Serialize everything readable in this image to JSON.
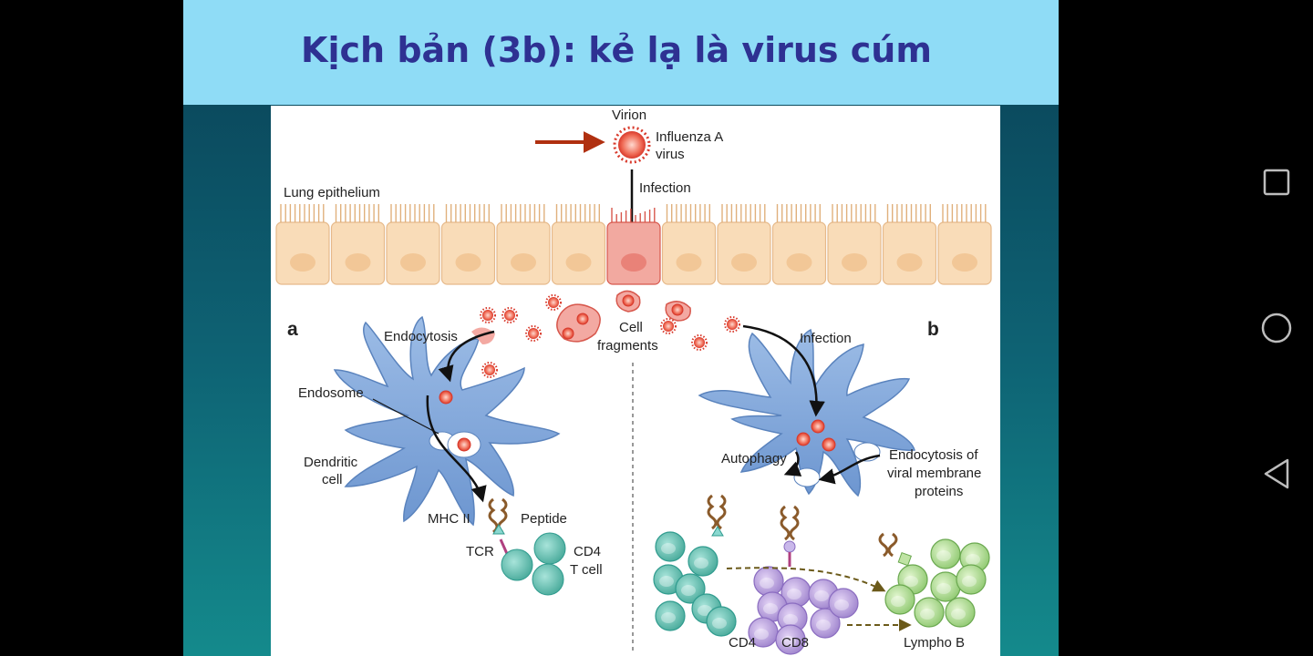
{
  "slide": {
    "title": "Kịch bản (3b): kẻ lạ là virus cúm"
  },
  "figure": {
    "labels": {
      "virion": "Virion",
      "influenza_1": "Influenza A",
      "influenza_2": "virus",
      "infection_top": "Infection",
      "lung": "Lung epithelium",
      "panel_a": "a",
      "panel_b": "b",
      "endocytosis": "Endocytosis",
      "cell_fragments_1": "Cell",
      "cell_fragments_2": "fragments",
      "infection_b": "Infection",
      "endosome": "Endosome",
      "dendritic_1": "Dendritic",
      "dendritic_2": "cell",
      "mhc": "MHC II",
      "peptide": "Peptide",
      "tcr": "TCR",
      "cd4_a_1": "CD4",
      "cd4_a_2": "T cell",
      "autophagy": "Autophagy",
      "endo_viral_1": "Endocytosis of",
      "endo_viral_2": "viral membrane",
      "endo_viral_3": "proteins",
      "cd4_b": "CD4",
      "cd8_b": "CD8",
      "lympho_b": "Lympho B"
    },
    "colors": {
      "cell_blue": "#7ba3d8",
      "virus_red": "#e0453a",
      "epithelium": "#f8dcb8",
      "cd4_teal": "#5cbcb0",
      "cd8_purple": "#b69ad8",
      "lympho_green": "#a8d88c",
      "pointer_arrow": "#b03010"
    }
  },
  "navbar": {
    "recent_icon": "square-icon",
    "home_icon": "circle-icon",
    "back_icon": "triangle-back-icon"
  }
}
